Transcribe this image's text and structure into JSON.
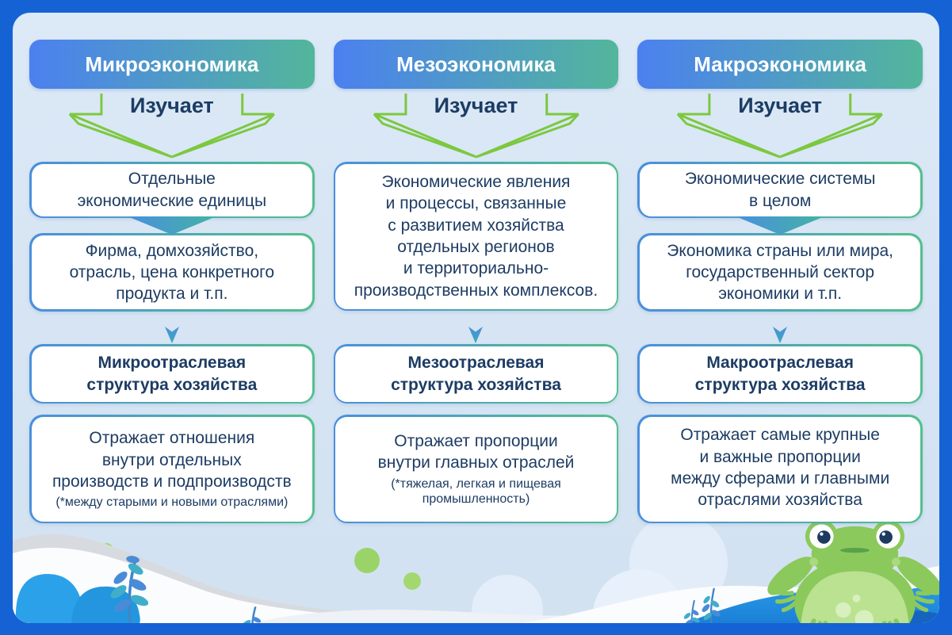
{
  "title": "Микроэкономика, мезоэкономика, макроэкономика — схема",
  "columns": [
    {
      "header": "Микроэкономика",
      "studies_label": "Изучает",
      "box_object": "Отдельные\nэкономические единицы",
      "box_examples": "Фирма, домхозяйство,\nотрасль, цена конкретного\nпродукта и т.п.",
      "box_structure": "Микроотраслевая\nструктура хозяйства",
      "box_reflects": "Отражает отношения\nвнутри отдельных\nпроизводств и подпроизводств",
      "box_reflects_note": "(*между старыми и новыми отраслями)"
    },
    {
      "header": "Мезоэкономика",
      "studies_label": "Изучает",
      "box_object": "Экономические явления\nи процессы, связанные\nс развитием хозяйства\nотдельных регионов\nи территориально-\nпроизводственных комплексов.",
      "box_structure": "Мезоотраслевая\nструктура хозяйства",
      "box_reflects": "Отражает пропорции\nвнутри главных отраслей",
      "box_reflects_note": "(*тяжелая, легкая и пищевая\nпромышленность)"
    },
    {
      "header": "Макроэкономика",
      "studies_label": "Изучает",
      "box_object": "Экономические системы\nв целом",
      "box_examples": "Экономика страны или мира,\nгосударственный сектор\nэкономики и т.п.",
      "box_structure": "Макроотраслевая\nструктура хозяйства",
      "box_reflects": "Отражает самые крупные\nи важные пропорции\nмежду сферами и главными\nотраслями хозяйства",
      "box_reflects_note": ""
    }
  ],
  "icons": {
    "funnel_arrow": "green-funnel-arrow-icon",
    "down_arrow": "blue-down-arrow-icon",
    "chevron": "gradient-chevron-connector",
    "frog": "frog-illustration",
    "waves": "paper-wave-decoration",
    "branch": "blue-branch-decoration",
    "dots": "green-dot-decoration"
  },
  "colors": {
    "frame-blue": "#1562d4",
    "pill-blue": "#4b80f0",
    "pill-teal": "#53b69b",
    "border-blue": "#4a8fdd",
    "border-green": "#53c08b",
    "chev-teal": "#43b3a5",
    "navy": "#1d3c63",
    "arrow-green": "#7cc83f",
    "arrow-blue": "#4796d2",
    "frog-green": "#8cc95c",
    "frog-belly": "#bae291",
    "wave-blue": "#2b9de9",
    "wave-dark-blue": "#1565c0"
  }
}
